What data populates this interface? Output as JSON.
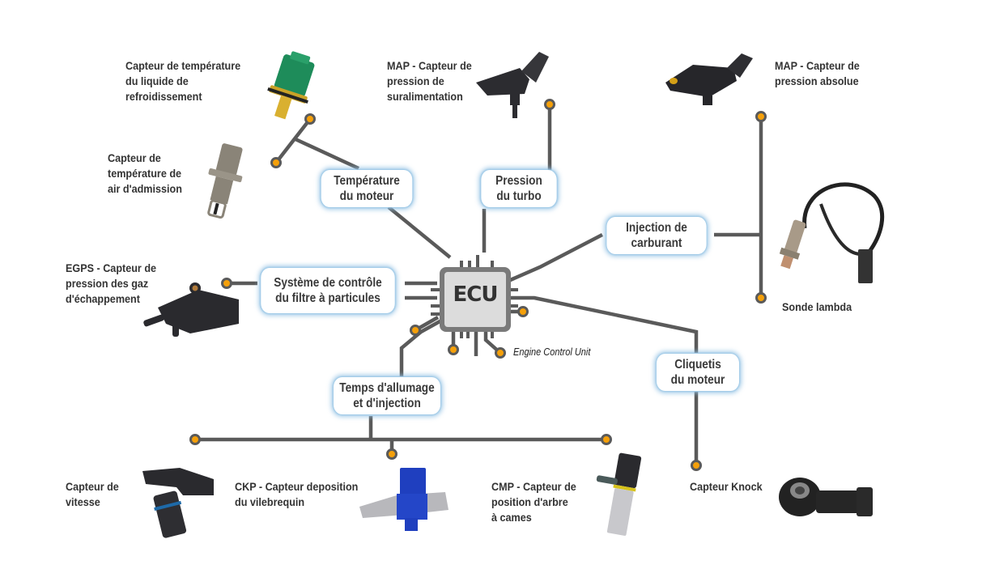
{
  "diagram": {
    "center": {
      "label": "ECU",
      "caption": "Engine Control Unit"
    },
    "categories": [
      {
        "id": "temperature",
        "lines": [
          "Température",
          "du moteur"
        ]
      },
      {
        "id": "turbo",
        "lines": [
          "Pression",
          "du turbo"
        ]
      },
      {
        "id": "injection",
        "lines": [
          "Injection de",
          "carburant"
        ]
      },
      {
        "id": "filtre",
        "lines": [
          "Système de contrôle",
          "du filtre à particules"
        ]
      },
      {
        "id": "allumage",
        "lines": [
          "Temps d'allumage",
          "et d'injection"
        ]
      },
      {
        "id": "cliquetis",
        "lines": [
          "Cliquetis",
          "du moteur"
        ]
      }
    ],
    "sensors": [
      {
        "id": "coolant",
        "category": "temperature",
        "lines": [
          "Capteur de température",
          "du liquide de",
          "refroidissement"
        ],
        "icon": "coolant-temperature-sensor-icon"
      },
      {
        "id": "intake-air",
        "category": "temperature",
        "lines": [
          "Capteur de",
          "température de",
          "air d'admission"
        ],
        "icon": "intake-air-temperature-sensor-icon"
      },
      {
        "id": "map-boost",
        "category": "turbo",
        "lines": [
          "MAP - Capteur de",
          "pression de",
          "suralimentation"
        ],
        "icon": "boost-pressure-sensor-icon"
      },
      {
        "id": "map-absolute",
        "category": "injection",
        "lines": [
          "MAP - Capteur de",
          "pression absolue"
        ],
        "icon": "absolute-pressure-sensor-icon"
      },
      {
        "id": "lambda",
        "category": "injection",
        "lines": [
          "Sonde lambda"
        ],
        "icon": "lambda-probe-icon"
      },
      {
        "id": "egps",
        "category": "filtre",
        "lines": [
          "EGPS - Capteur de",
          "pression des gaz",
          "d'échappement"
        ],
        "icon": "exhaust-pressure-sensor-icon"
      },
      {
        "id": "speed",
        "category": "allumage",
        "lines": [
          "Capteur de",
          "vitesse"
        ],
        "icon": "speed-sensor-icon"
      },
      {
        "id": "ckp",
        "category": "allumage",
        "lines": [
          "CKP - Capteur deposition",
          "du vilebrequin"
        ],
        "icon": "crankshaft-sensor-icon"
      },
      {
        "id": "cmp",
        "category": "allumage",
        "lines": [
          "CMP - Capteur de",
          "position d'arbre",
          "à cames"
        ],
        "icon": "camshaft-sensor-icon"
      },
      {
        "id": "knock",
        "category": "cliquetis",
        "lines": [
          "Capteur Knock"
        ],
        "icon": "knock-sensor-icon"
      }
    ]
  },
  "colors": {
    "wire": "#5a5a5a",
    "node": "#f5a00a",
    "chip_body": "#dcdcdc",
    "chip_border": "#7a7a7a",
    "box_glow": "#8cbee1",
    "text": "#333333"
  }
}
